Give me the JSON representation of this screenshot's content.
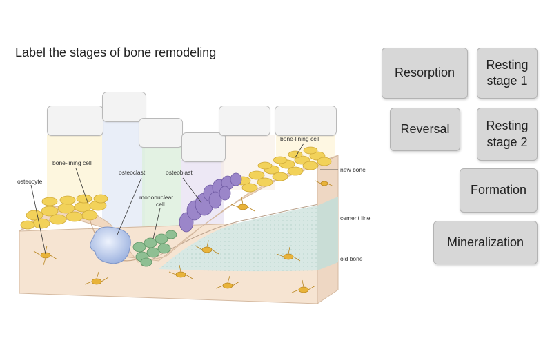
{
  "prompt": "Label the stages of bone remodeling",
  "diagram_labels": {
    "osteocyte": "osteocyte",
    "bone_lining_left": "bone-lining cell",
    "osteoclast": "osteoclast",
    "osteoblast": "osteoblast",
    "mononuclear": [
      "mononuclear",
      "cell"
    ],
    "bone_lining_right": "bone-lining cell",
    "new_bone": "new bone",
    "cement_line": "cement line",
    "old_bone": "old bone"
  },
  "tiles": [
    {
      "id": "resorption",
      "lines": [
        "Resorption"
      ]
    },
    {
      "id": "resting-1",
      "lines": [
        "Resting",
        "stage 1"
      ]
    },
    {
      "id": "reversal",
      "lines": [
        "Reversal"
      ]
    },
    {
      "id": "resting-2",
      "lines": [
        "Resting",
        "stage 2"
      ]
    },
    {
      "id": "formation",
      "lines": [
        "Formation"
      ]
    },
    {
      "id": "mineralization",
      "lines": [
        "Mineralization"
      ]
    }
  ],
  "colors": {
    "tile_bg": "#d7d7d7",
    "drop_bg": "#f3f3f3",
    "bone_surface": "#f6e4d2",
    "old_bone": "#d8e8e4",
    "lining_cells": "#f2d25a",
    "osteoclast": "#c9d6f0",
    "osteoblast": "#9b86c9",
    "mononuclear": "#8fbf93",
    "osteocyte": "#e8b33a"
  }
}
